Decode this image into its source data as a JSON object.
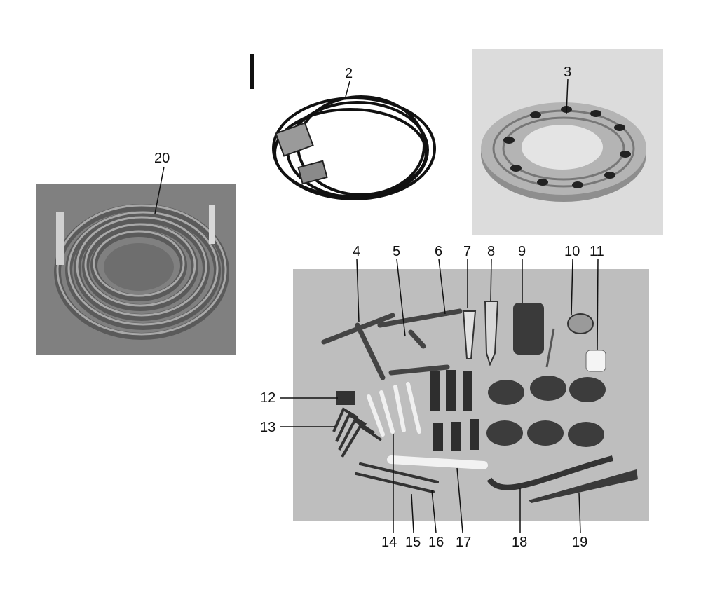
{
  "callouts": {
    "n2": "2",
    "n3": "3",
    "n4": "4",
    "n5": "5",
    "n6": "6",
    "n7": "7",
    "n8": "8",
    "n9": "9",
    "n10": "10",
    "n11": "11",
    "n12": "12",
    "n13": "13",
    "n14": "14",
    "n15": "15",
    "n16": "16",
    "n17": "17",
    "n18": "18",
    "n19": "19",
    "n20": "20"
  }
}
